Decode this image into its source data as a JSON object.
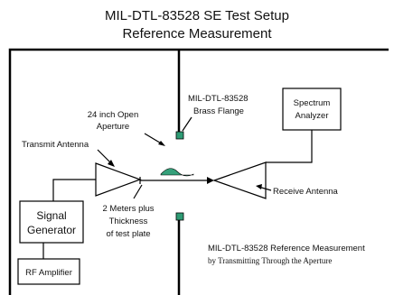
{
  "title": {
    "line1": "MIL-DTL-83528 SE Test Setup",
    "line2": "Reference Measurement"
  },
  "labels": {
    "flange_line1": "MIL-DTL-83528",
    "flange_line2": "Brass Flange",
    "aperture_line1": "24 inch Open",
    "aperture_line2": "Aperture",
    "transmit_antenna": "Transmit Antenna",
    "receive_antenna": "Receive Antenna",
    "distance_line1": "2 Meters plus",
    "distance_line2": "Thickness",
    "distance_line3": "of test plate",
    "note_line1": "MIL-DTL-83528 Reference Measurement",
    "note_line2": "by Transmitting Through the Aperture"
  },
  "boxes": {
    "spectrum_analyzer_line1": "Spectrum",
    "spectrum_analyzer_line2": "Analyzer",
    "signal_generator_line1": "Signal",
    "signal_generator_line2": "Generator",
    "rf_amplifier": "RF Amplifier"
  },
  "colors": {
    "flange_fill": "#2e9b74",
    "wave_fill": "#35a07a",
    "line": "#000000"
  }
}
